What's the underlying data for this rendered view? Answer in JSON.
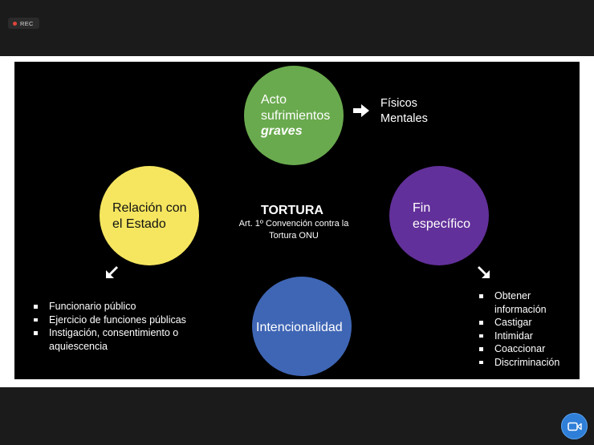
{
  "recording": {
    "label": "REC",
    "dot_color": "#e0453a"
  },
  "slide": {
    "center": {
      "title": "TORTURA",
      "subtitle_line1": "Art. 1º Convención contra la",
      "subtitle_line2": "Tortura ONU"
    },
    "circles": {
      "acto": {
        "line1": "Acto",
        "line2": "sufrimientos",
        "line3": "graves",
        "color": "#6aaa4e"
      },
      "relacion": {
        "line1": "Relación con",
        "line2": "el Estado",
        "color": "#f6e65f"
      },
      "fin": {
        "line1": "Fin",
        "line2": "específico",
        "color": "#62309a"
      },
      "intencionalidad": {
        "label": "Intencionalidad",
        "color": "#3f66b5"
      }
    },
    "acto_details": {
      "line1": "Físicos",
      "line2": "Mentales"
    },
    "relacion_items": [
      "Funcionario público",
      "Ejercicio de funciones públicas",
      "Instigación, consentimiento o",
      "aquiescencia"
    ],
    "fin_items": [
      "Obtener",
      "información",
      "Castigar",
      "Intimidar",
      "Coaccionar",
      "Discriminación"
    ]
  },
  "controls": {
    "camera_icon": "video-camera-icon",
    "camera_color": "#2f7fd8"
  }
}
